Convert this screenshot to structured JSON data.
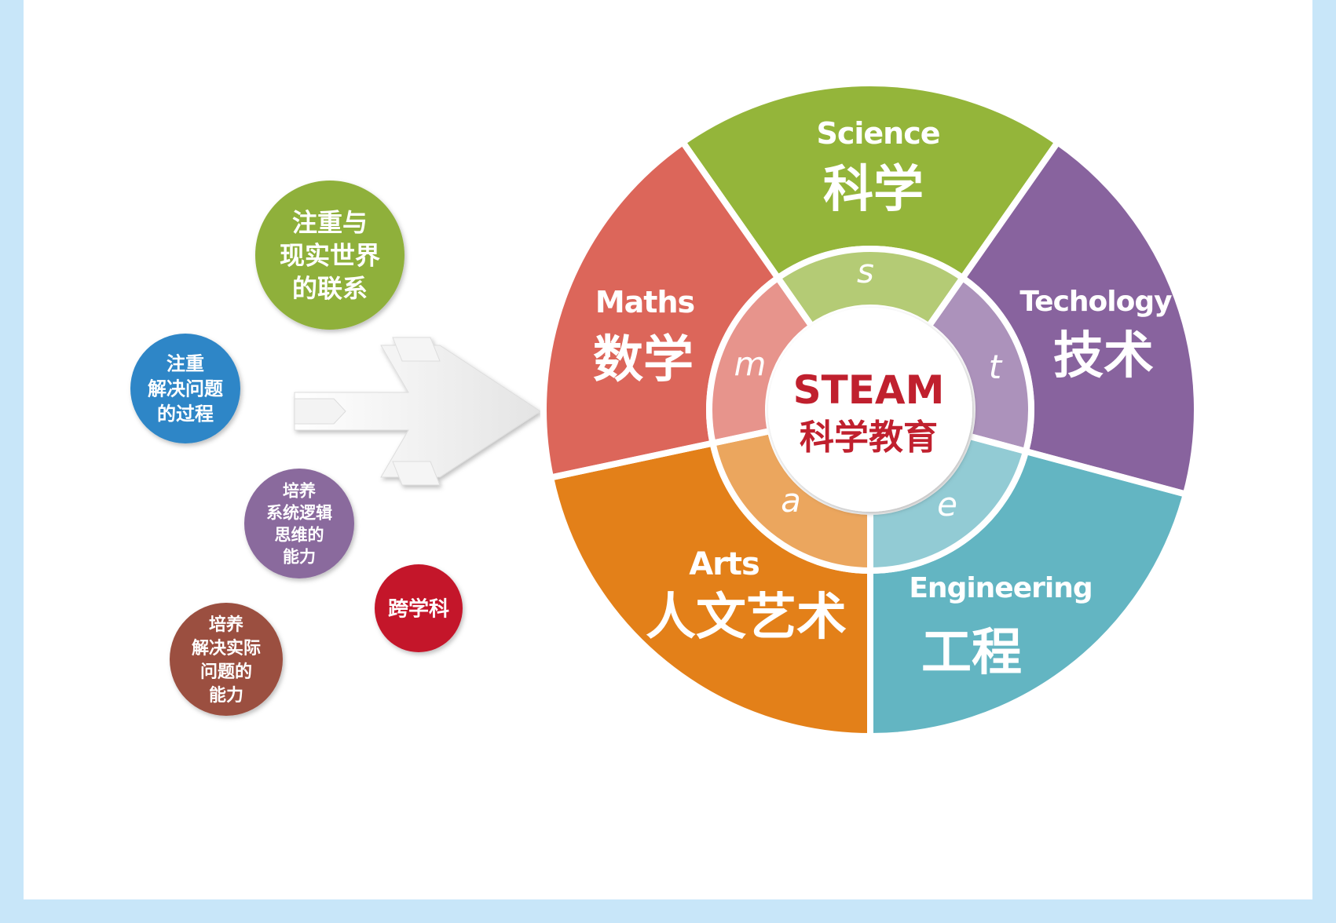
{
  "colors": {
    "background": "#c8e6f9",
    "canvas": "#ffffff",
    "science": "#94b53a",
    "technology": "#88639e",
    "engineering": "#63b5c2",
    "arts": "#e38019",
    "maths": "#dc665a",
    "center_text": "#c0202e"
  },
  "center": {
    "title": "STEAM",
    "subtitle": "科学教育"
  },
  "segments": [
    {
      "key": "science",
      "en": "Science",
      "zh": "科学",
      "letter": "s"
    },
    {
      "key": "technology",
      "en": "Techology",
      "zh": "技术",
      "letter": "t"
    },
    {
      "key": "engineering",
      "en": "Engineering",
      "zh": "工程",
      "letter": "e"
    },
    {
      "key": "arts",
      "en": "Arts",
      "zh": "人文艺术",
      "letter": "a"
    },
    {
      "key": "maths",
      "en": "Maths",
      "zh": "数学",
      "letter": "m"
    }
  ],
  "bubbles": [
    {
      "key": "real-world",
      "lines": [
        "注重与",
        "现实世界",
        "的联系"
      ],
      "color": "#8fb03b"
    },
    {
      "key": "process",
      "lines": [
        "注重",
        "解决问题",
        "的过程"
      ],
      "color": "#2f86c7"
    },
    {
      "key": "logic",
      "lines": [
        "培养",
        "系统逻辑",
        "思维的",
        "能力"
      ],
      "color": "#8a6a9d"
    },
    {
      "key": "cross",
      "lines": [
        "跨学科"
      ],
      "color": "#c4182c"
    },
    {
      "key": "practical",
      "lines": [
        "培养",
        "解决实际",
        "问题的",
        "能力"
      ],
      "color": "#9b5040"
    }
  ],
  "arrow": {
    "icon": "arrow-right-icon"
  }
}
